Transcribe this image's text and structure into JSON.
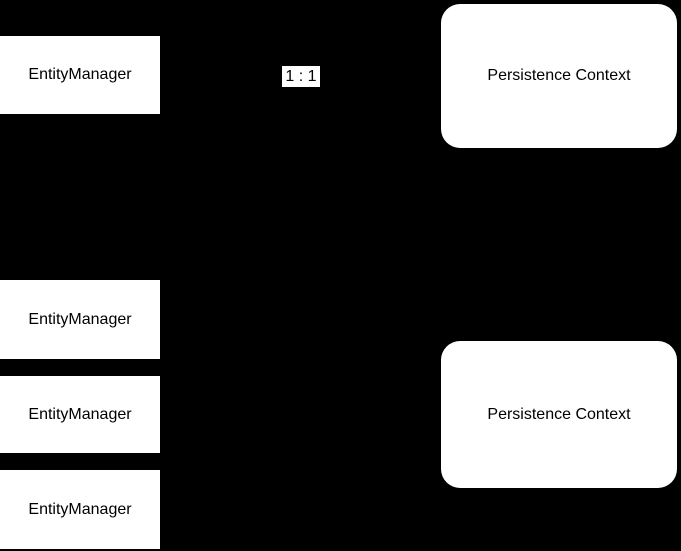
{
  "colors": {
    "background": "#000000",
    "node_fill": "#ffffff",
    "node_text": "#000000",
    "edge_label_background": "#ffffff"
  },
  "top_group": {
    "entity_manager": "EntityManager",
    "relation": "1 : 1",
    "persistence_context": "Persistence Context"
  },
  "bottom_group": {
    "entity_managers": [
      "EntityManager",
      "EntityManager",
      "EntityManager"
    ],
    "persistence_context": "Persistence Context"
  }
}
